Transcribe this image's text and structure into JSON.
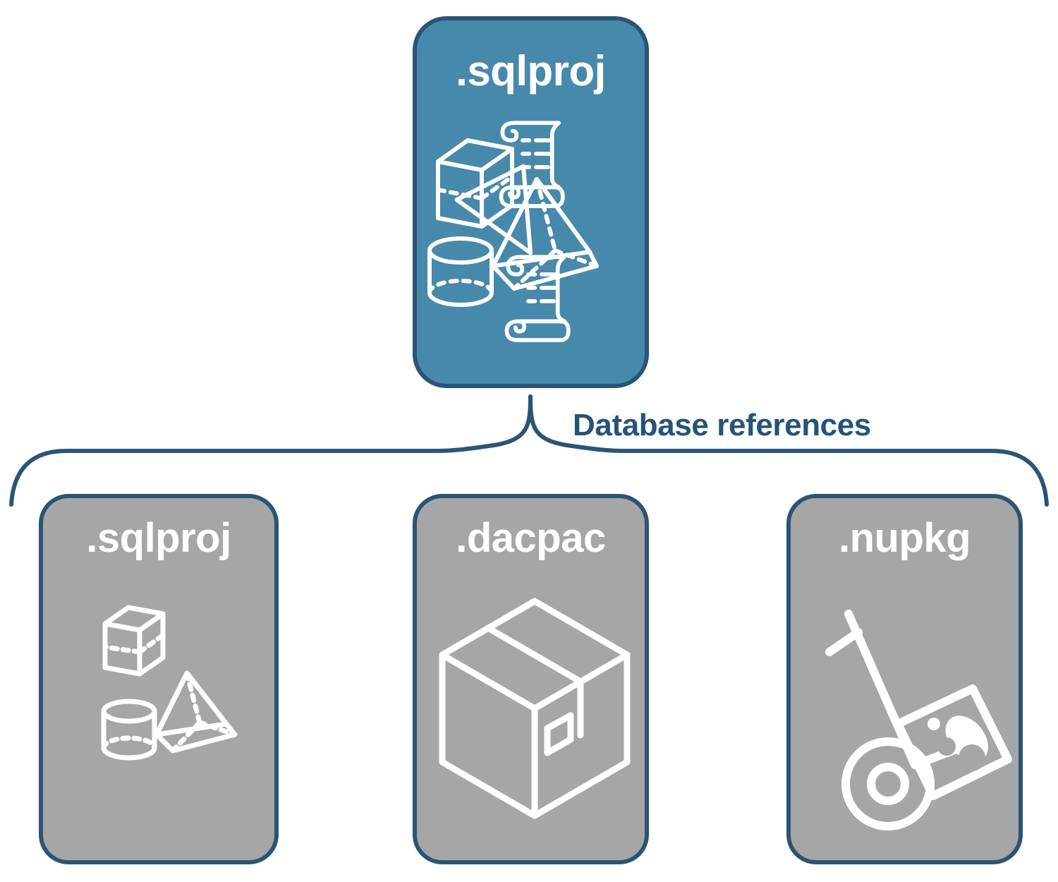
{
  "diagram": {
    "title_text": "Database references",
    "colors": {
      "primary_fill": "#4789ab",
      "secondary_fill": "#a6a6a6",
      "stroke": "#2b5475",
      "label_text": "#275375",
      "icon_stroke": "#ffffff",
      "background": "#ffffff"
    },
    "root": {
      "label": ".sqlproj",
      "icons": [
        "wireframe-cube-icon",
        "wireframe-pyramid-icon",
        "wireframe-cylinder-icon",
        "scroll-document-icon",
        "scroll-document-icon"
      ]
    },
    "connector": {
      "type": "curly-brace",
      "label": "Database references",
      "branch_count": 3
    },
    "children": [
      {
        "label": ".sqlproj",
        "icons": [
          "wireframe-cube-icon",
          "wireframe-pyramid-icon",
          "wireframe-cylinder-icon"
        ]
      },
      {
        "label": ".dacpac",
        "icons": [
          "shipping-box-icon"
        ]
      },
      {
        "label": ".nupkg",
        "icons": [
          "hand-truck-package-icon"
        ]
      }
    ]
  }
}
